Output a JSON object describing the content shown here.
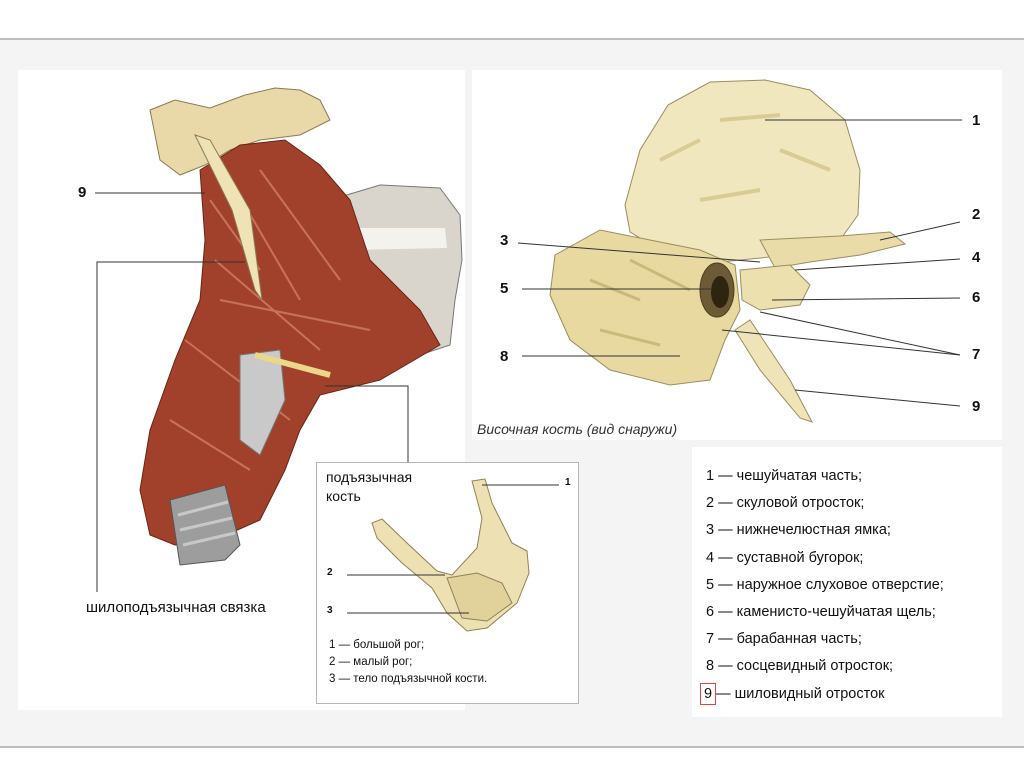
{
  "temporal_bone": {
    "labels": [
      "1",
      "2",
      "3",
      "4",
      "5",
      "6",
      "7",
      "8",
      "9"
    ],
    "caption": "Височная кость (вид снаружи)"
  },
  "muscle_figure": {
    "label_9": "9",
    "ligament_label": "шилоподъязычная связка"
  },
  "hyoid": {
    "title_line1": "подъязычная",
    "title_line2": "кость",
    "labels": [
      "1",
      "2",
      "3"
    ],
    "legend": [
      "1 — большой рог;",
      "2 — малый рог;",
      "3 — тело подъязычной кости."
    ]
  },
  "legend": {
    "items": [
      {
        "num": "1",
        "text": " — чешуйчатая часть;"
      },
      {
        "num": "2",
        "text": " — скуловой отросток;"
      },
      {
        "num": "3",
        "text": " — нижнечелюстная ямка;"
      },
      {
        "num": "4",
        "text": " — суставной бугорок;"
      },
      {
        "num": "5",
        "text": " — наружное слуховое отверстие;"
      },
      {
        "num": "6",
        "text": " — каменисто-чешуйчатая щель;"
      },
      {
        "num": "7",
        "text": " — барабанная часть;"
      },
      {
        "num": "8",
        "text": " — сосцевидный отросток;"
      },
      {
        "num": "9",
        "text": "— шиловидный отросток"
      }
    ]
  },
  "colors": {
    "muscle": "#a2412b",
    "bone": "#eee1b0",
    "highlight": "#d44444"
  }
}
